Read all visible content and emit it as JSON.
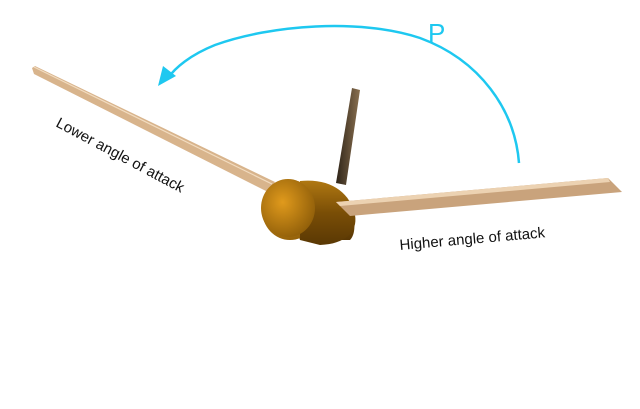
{
  "labels": {
    "rotation": "P",
    "left_blade": "Lower angle of attack",
    "right_blade": "Higher angle of attack"
  },
  "colors": {
    "arrow": "#1ec8f0",
    "blade": "#d8b48c",
    "hub": "#c8860f",
    "rear_blade": "#4a3a28"
  }
}
